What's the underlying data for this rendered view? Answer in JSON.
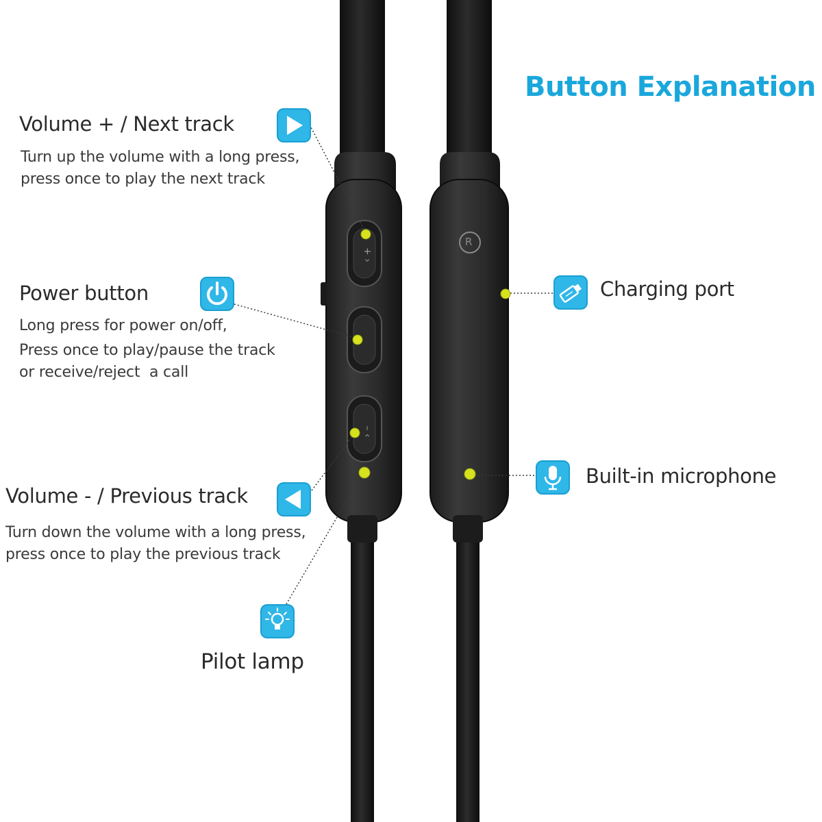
{
  "title": "Button Explanation",
  "accent_color": "#1aa7dc",
  "indicator_color": "#d6e21e",
  "labels": {
    "volume_up": {
      "title": "Volume + / Next track",
      "lines": [
        "Turn up the volume with a long press,",
        "press once to play the next track"
      ],
      "icon": "play-right-icon"
    },
    "power": {
      "title": "Power button",
      "lines": [
        "Long press for power on/off,",
        "Press once to play/pause the track",
        "or receive/reject  a call"
      ],
      "icon": "power-icon"
    },
    "volume_down": {
      "title": "Volume - / Previous track",
      "lines": [
        "Turn down the volume with a long press,",
        "press once to play the previous track"
      ],
      "icon": "play-left-icon"
    },
    "pilot_lamp": {
      "title": "Pilot lamp",
      "icon": "lightbulb-icon"
    },
    "charging_port": {
      "title": "Charging port",
      "icon": "usb-icon"
    },
    "microphone": {
      "title": "Built-in microphone",
      "icon": "microphone-icon"
    }
  },
  "device": {
    "registered_mark": "R"
  }
}
